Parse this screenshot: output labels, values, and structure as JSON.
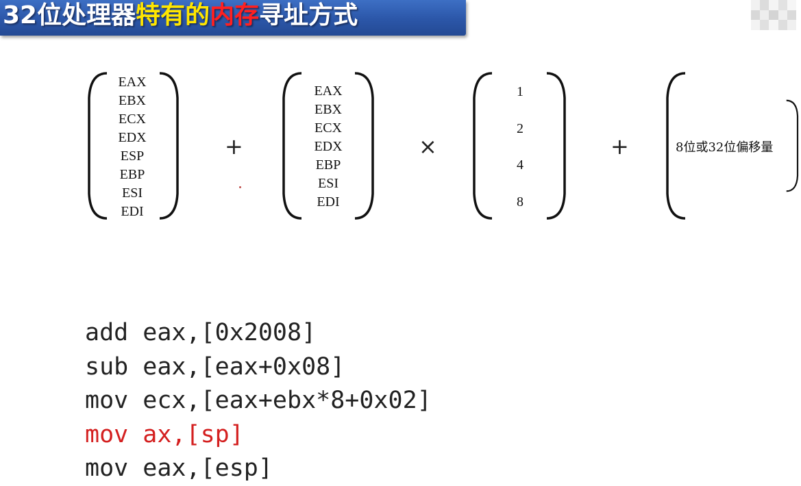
{
  "title": {
    "part1": "32位处理器",
    "part2": "特有的",
    "part3": "内存",
    "part4": "寻址方式"
  },
  "matrices": {
    "base_registers": [
      "EAX",
      "EBX",
      "ECX",
      "EDX",
      "ESP",
      "EBP",
      "ESI",
      "EDI"
    ],
    "index_registers": [
      "EAX",
      "EBX",
      "ECX",
      "EDX",
      "EBP",
      "ESI",
      "EDI"
    ],
    "scale_factors": [
      "1",
      "2",
      "4",
      "8"
    ],
    "displacement": "8位或32位偏移量"
  },
  "operators": {
    "plus1": "+",
    "times": "×",
    "plus2": "+"
  },
  "code_lines": [
    "add eax,[0x2008]",
    "sub eax,[eax+0x08]",
    "mov ecx,[eax+ebx*8+0x02]",
    "mov ax,[sp]",
    "mov eax,[esp]"
  ],
  "colors": {
    "title_bg": "#2b56a8",
    "title_white": "#ffffff",
    "title_yellow": "#ffe600",
    "title_red": "#ff2020",
    "code_highlight": "#d42020"
  }
}
